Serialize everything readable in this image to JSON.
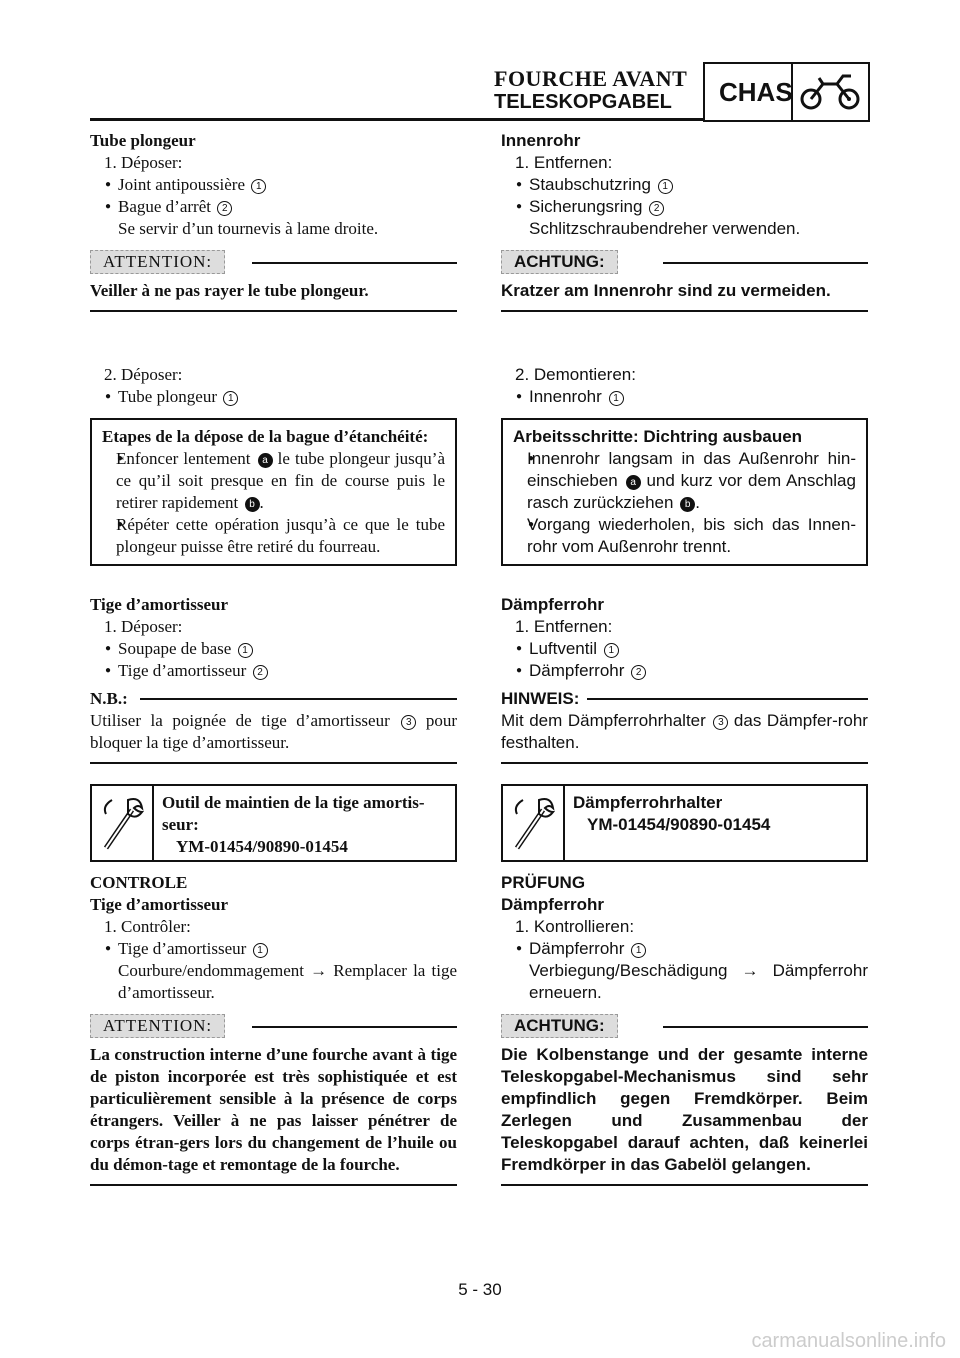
{
  "header": {
    "title_fr": "FOURCHE AVANT",
    "title_de": "TELESKOPGABEL",
    "section": "CHAS",
    "section_icon": "motorcycle-icon"
  },
  "page_number": "5 - 30",
  "watermark": "carmanualsonline.info",
  "fr": {
    "h1": "Tube plongeur",
    "s1_step": "1. Déposer:",
    "s1_b1": "Joint antipoussière",
    "s1_b1_ref": "1",
    "s1_b2": "Bague d’arrêt",
    "s1_b2_ref": "2",
    "s1_note": "Se servir d’un tournevis à lame droite.",
    "caution1": "ATTENTION:",
    "caution1_text": "Veiller à ne pas rayer le tube plongeur.",
    "s2_step": "2. Déposer:",
    "s2_b1": "Tube plongeur",
    "s2_b1_ref": "1",
    "box_title": "Etapes de la dépose de la bague d’étanchéité:",
    "box_b1a": "Enfoncer lentement",
    "box_b1_ref_a": "a",
    "box_b1b": "le tube plongeur jusqu’à ce qu’il soit presque en fin de course puis le retirer rapidement",
    "box_b1_ref_b": "b",
    "box_b2": "Répéter cette opération jusqu’à ce que le tube plongeur puisse être retiré du fourreau.",
    "h2": "Tige d’amortisseur",
    "s3_step": "1. Déposer:",
    "s3_b1": "Soupape de base",
    "s3_b1_ref": "1",
    "s3_b2": "Tige d’amortisseur",
    "s3_b2_ref": "2",
    "nb_label": "N.B.:",
    "nb_text_a": "Utiliser la poignée de tige d’amortisseur",
    "nb_ref": "3",
    "nb_text_b": "pour bloquer la tige d’amortisseur.",
    "tool_name": "Outil de maintien de la tige amortis-seur:",
    "tool_code": "YM-01454/90890-01454",
    "h3": "CONTROLE",
    "h4": "Tige d’amortisseur",
    "s4_step": "1. Contrôler:",
    "s4_b1": "Tige d’amortisseur",
    "s4_b1_ref": "1",
    "s4_note": "Courbure/endommagement → Remplacer la tige d’amortisseur.",
    "caution2": "ATTENTION:",
    "caution2_text": "La construction interne d’une fourche avant à tige de piston incorporée est très sophistiquée et est particulièrement sensible à la présence de corps étrangers. Veiller à ne pas laisser pénétrer de corps étran-gers lors du changement de l’huile ou du démon-tage et remontage de la fourche."
  },
  "de": {
    "h1": "Innenrohr",
    "s1_step": "1. Entfernen:",
    "s1_b1": "Staubschutzring",
    "s1_b1_ref": "1",
    "s1_b2": "Sicherungsring",
    "s1_b2_ref": "2",
    "s1_note": "Schlitzschraubendreher verwenden.",
    "caution1": "ACHTUNG:",
    "caution1_text": "Kratzer am Innenrohr sind zu vermeiden.",
    "s2_step": "2. Demontieren:",
    "s2_b1": "Innenrohr",
    "s2_b1_ref": "1",
    "box_title": "Arbeitsschritte: Dichtring ausbauen",
    "box_b1a": "Innenrohr langsam in das Außenrohr hin-einschieben",
    "box_b1_ref_a": "a",
    "box_b1b": "und kurz vor dem Anschlag rasch zurückziehen",
    "box_b1_ref_b": "b",
    "box_b2": "Vorgang wiederholen, bis sich das Innen-rohr vom Außenrohr trennt.",
    "h2": "Dämpferrohr",
    "s3_step": "1. Entfernen:",
    "s3_b1": "Luftventil",
    "s3_b1_ref": "1",
    "s3_b2": "Dämpferrohr",
    "s3_b2_ref": "2",
    "nb_label": "HINWEIS:",
    "nb_text_a": "Mit dem Dämpferrohrhalter",
    "nb_ref": "3",
    "nb_text_b": "das Dämpfer-rohr festhalten.",
    "tool_name": "Dämpferrohrhalter",
    "tool_code": "YM-01454/90890-01454",
    "h3": "PRÜFUNG",
    "h4": "Dämpferrohr",
    "s4_step": "1. Kontrollieren:",
    "s4_b1": "Dämpferrohr",
    "s4_b1_ref": "1",
    "s4_note": "Verbiegung/Beschädigung → Dämpferrohr erneuern.",
    "caution2": "ACHTUNG:",
    "caution2_text": "Die Kolbenstange und der gesamte interne Teleskopgabel-Mechanismus sind sehr empfindlich gegen Fremdkörper. Beim Zerlegen und Zusammenbau der Teleskopgabel darauf achten, daß keinerlei Fremdkörper in das Gabelöl gelangen."
  }
}
